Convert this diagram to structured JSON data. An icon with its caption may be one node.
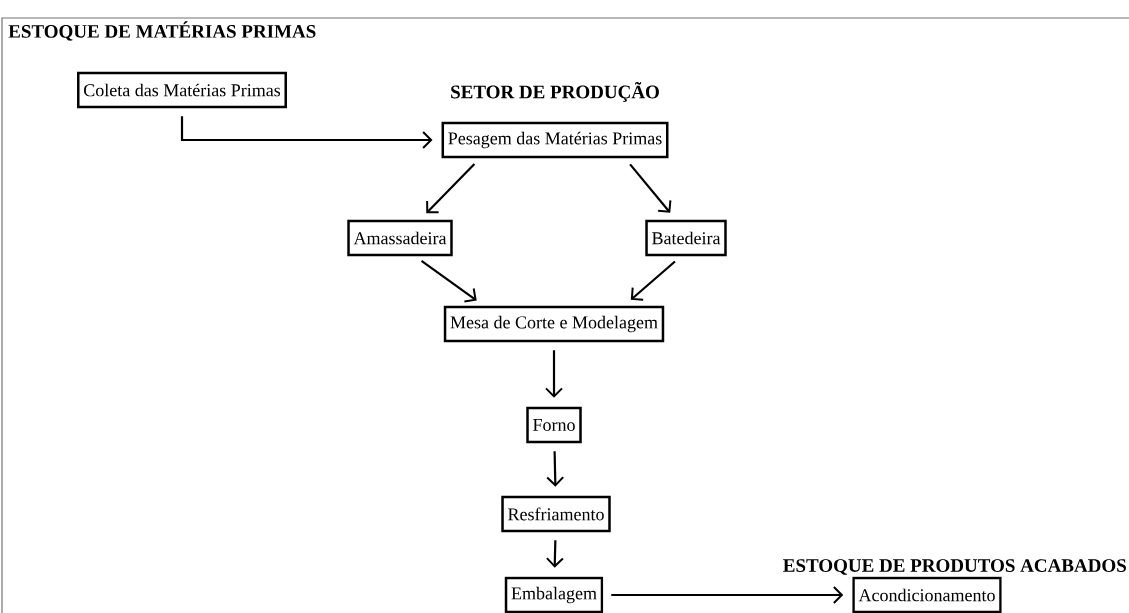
{
  "diagram": {
    "nodes": [
      {
        "text": [
          "Coleta das Matérias Primas"
        ]
      },
      {
        "text": [
          "Pesagem das Matérias Primas"
        ]
      },
      {
        "text": [
          "Amassadeira"
        ]
      },
      {
        "text": [
          "Batedeira"
        ]
      },
      {
        "text": [
          "Mesa de Corte e Modelagem"
        ]
      },
      {
        "text": [
          "Forno"
        ]
      },
      {
        "text": [
          "Resfriamento"
        ]
      },
      {
        "text": [
          "Embalagem"
        ]
      },
      {
        "text": [
          "Acondicionamento"
        ]
      }
    ],
    "edges": [
      {
        "from": 0,
        "to": 1,
        "arrow": "to"
      },
      {
        "from": 1,
        "to": 2,
        "arrow": "to"
      },
      {
        "from": 1,
        "to": 3,
        "arrow": "to"
      },
      {
        "from": 2,
        "to": 4,
        "arrow": "to"
      },
      {
        "from": 3,
        "to": 4,
        "arrow": "to"
      },
      {
        "from": 4,
        "to": 5,
        "arrow": "to"
      },
      {
        "from": 5,
        "to": 6,
        "arrow": "to"
      },
      {
        "from": 6,
        "to": 7,
        "arrow": "to"
      },
      {
        "from": 7,
        "to": 8,
        "arrow": "to"
      }
    ],
    "labels": [
      "ESTOQUE DE MATÉRIAS PRIMAS",
      "SETOR DE PRODUÇÃO",
      "ESTOQUE DE PRODUTOS ACABADOS"
    ]
  }
}
